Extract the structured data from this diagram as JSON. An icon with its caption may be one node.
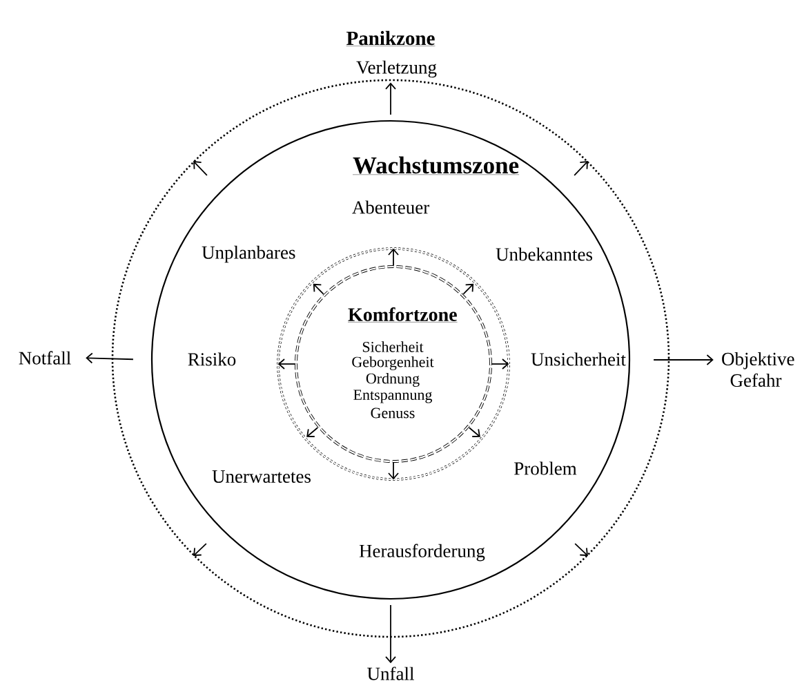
{
  "diagram": {
    "nodes": [
      {
        "text": [
          "Panikzone"
        ]
      },
      {
        "text": [
          "Verletzung"
        ]
      },
      {
        "text": [
          "Notfall"
        ]
      },
      {
        "text": [
          "Objektive Gefahr"
        ]
      },
      {
        "text": [
          "Unfall"
        ]
      },
      {
        "text": [
          "Wachstumszone",
          "Abenteuer",
          "Unplanbares",
          "Unbekanntes",
          "Risiko",
          "Unsicherheit",
          "Unerwartetes",
          "Problem",
          "Herausforderung"
        ],
        "in": 0
      },
      {
        "text": [],
        "shape": "circle",
        "in": 5
      },
      {
        "text": [
          "Komfortzone",
          "Sicherheit",
          "Geborgenheit",
          "Ordnung",
          "Entspannung",
          "Genuss"
        ],
        "in": 6
      }
    ],
    "edges": [
      {
        "from": 7,
        "to": 6,
        "arrow": "to"
      },
      {
        "from": 7,
        "to": 6,
        "arrow": "to"
      },
      {
        "from": 7,
        "to": 6,
        "arrow": "to"
      },
      {
        "from": 7,
        "to": 6,
        "arrow": "to"
      },
      {
        "from": 7,
        "to": 6,
        "arrow": "to"
      },
      {
        "from": 7,
        "to": 6,
        "arrow": "to"
      },
      {
        "from": 7,
        "to": 6,
        "arrow": "to"
      },
      {
        "from": 7,
        "to": 6,
        "arrow": "to"
      },
      {
        "from": 5,
        "to": 0,
        "arrow": "to"
      },
      {
        "from": 5,
        "to": 0,
        "arrow": "to"
      },
      {
        "from": 5,
        "to": 0,
        "arrow": "to"
      },
      {
        "from": 5,
        "to": 0,
        "arrow": "to"
      },
      {
        "from": 5,
        "to": 1,
        "arrow": "to"
      },
      {
        "from": 5,
        "to": 2,
        "arrow": "to"
      },
      {
        "from": 5,
        "to": 3,
        "arrow": "to"
      },
      {
        "from": 5,
        "to": 4,
        "arrow": "to"
      }
    ]
  }
}
